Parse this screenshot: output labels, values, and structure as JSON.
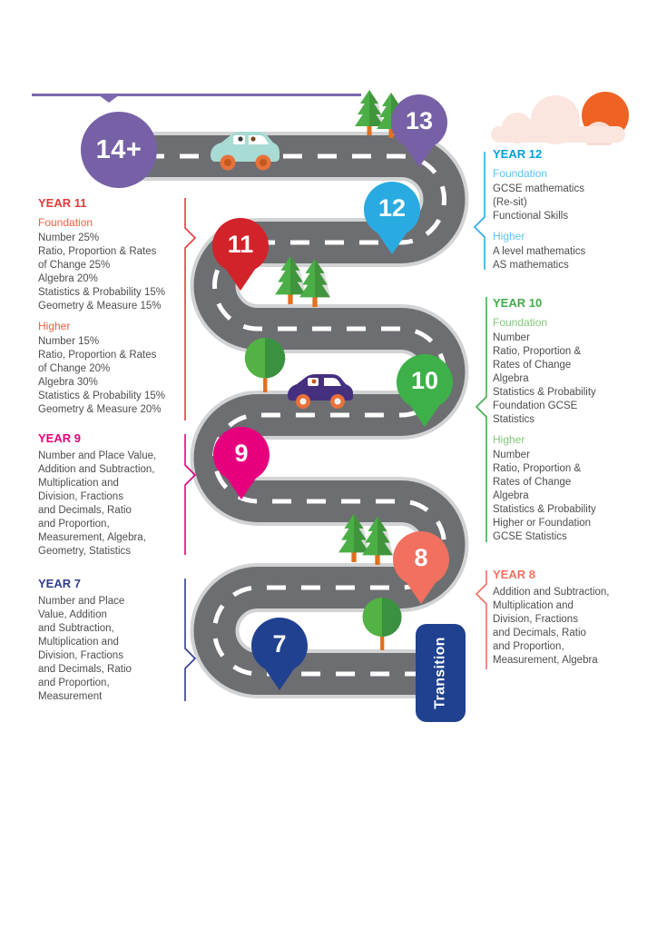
{
  "decor": {
    "top_rule_color": "#7C68AE",
    "sky": {
      "cloud_color": "#FAE6DF",
      "sun_color": "#EE6323"
    }
  },
  "road": {
    "surface_color": "#6D6E71",
    "edge_color": "#D2D3D5",
    "dash_color": "#FFFFFF"
  },
  "scenery": {
    "pine_green": "#4BAE46",
    "pine_shade": "rgba(0,0,0,0.14)",
    "round_tree_green": "#52B243",
    "round_tree_dark": "#3A9140",
    "trunk_orange": "#E0701E",
    "teal_car_body": "#A7DBD3",
    "purple_car_body": "#45307F",
    "wheel_orange": "#E8713B",
    "wheel_hub_dark": "#C2581F",
    "wheel_hub_light": "#F4F4F4",
    "window_white": "#FFFFFF"
  },
  "roadmap": {
    "start_marker": {
      "label": "14+",
      "color": "#7660A6"
    },
    "pins": {
      "p13": {
        "label": "13",
        "color": "#7660A6"
      },
      "p12": {
        "label": "12",
        "color": "#29ABE2"
      },
      "p11": {
        "label": "11",
        "color": "#D2232A"
      },
      "p10": {
        "label": "10",
        "color": "#3EB049"
      },
      "p9": {
        "label": "9",
        "color": "#E6007E"
      },
      "p8": {
        "label": "8",
        "color": "#F2705F"
      },
      "p7": {
        "label": "7",
        "color": "#20418F"
      }
    },
    "transition_sign": {
      "label": "Transition",
      "color": "#20418F"
    }
  },
  "years": {
    "year11": {
      "title": "YEAR 11",
      "title_color": "#E13B3C",
      "accent_color": "#F15D40",
      "bracket_color": "#E13B3C",
      "foundation_label": "Foundation",
      "foundation_body": "Number 25%\nRatio, Proportion & Rates\nof Change 25%\nAlgebra 20%\nStatistics & Probability 15%\nGeometry & Measure 15%",
      "higher_label": "Higher",
      "higher_body": "Number 15%\nRatio, Proportion & Rates\nof Change 20%\nAlgebra 30%\nStatistics & Probability 15%\nGeometry & Measure 20%"
    },
    "year9": {
      "title": "YEAR 9",
      "title_color": "#E6007E",
      "bracket_color": "#E6007E",
      "body": "Number and Place Value,\nAddition and Subtraction,\nMultiplication and\nDivision, Fractions\nand Decimals, Ratio\nand Proportion,\nMeasurement, Algebra,\nGeometry, Statistics"
    },
    "year7": {
      "title": "YEAR 7",
      "title_color": "#2F3D8D",
      "bracket_color": "#2F3D8D",
      "body": "Number and Place\nValue, Addition\nand Subtraction,\nMultiplication and\nDivision, Fractions\nand Decimals, Ratio\nand Proportion,\nMeasurement"
    },
    "year12": {
      "title": "YEAR 12",
      "title_color": "#00A0DC",
      "accent_color": "#56C5F0",
      "bracket_color": "#29ABE2",
      "foundation_label": "Foundation",
      "foundation_body": "GCSE mathematics\n(Re-sit)\nFunctional Skills",
      "higher_label": "Higher",
      "higher_body": "A level mathematics\nAS mathematics"
    },
    "year10": {
      "title": "YEAR 10",
      "title_color": "#3FAE49",
      "accent_color": "#82C77B",
      "bracket_color": "#3FAE49",
      "foundation_label": "Foundation",
      "foundation_body": "Number\nRatio, Proportion &\nRates of Change\nAlgebra\nStatistics & Probability\nFoundation GCSE\nStatistics",
      "higher_label": "Higher",
      "higher_body": "Number\nRatio, Proportion &\nRates of Change\nAlgebra\nStatistics & Probability\nHigher or Foundation\nGCSE Statistics"
    },
    "year8": {
      "title": "YEAR 8",
      "title_color": "#F2705F",
      "bracket_color": "#F2705F",
      "body": "Addition and Subtraction,\nMultiplication and\nDivision, Fractions\nand Decimals, Ratio\nand Proportion,\nMeasurement, Algebra"
    }
  }
}
